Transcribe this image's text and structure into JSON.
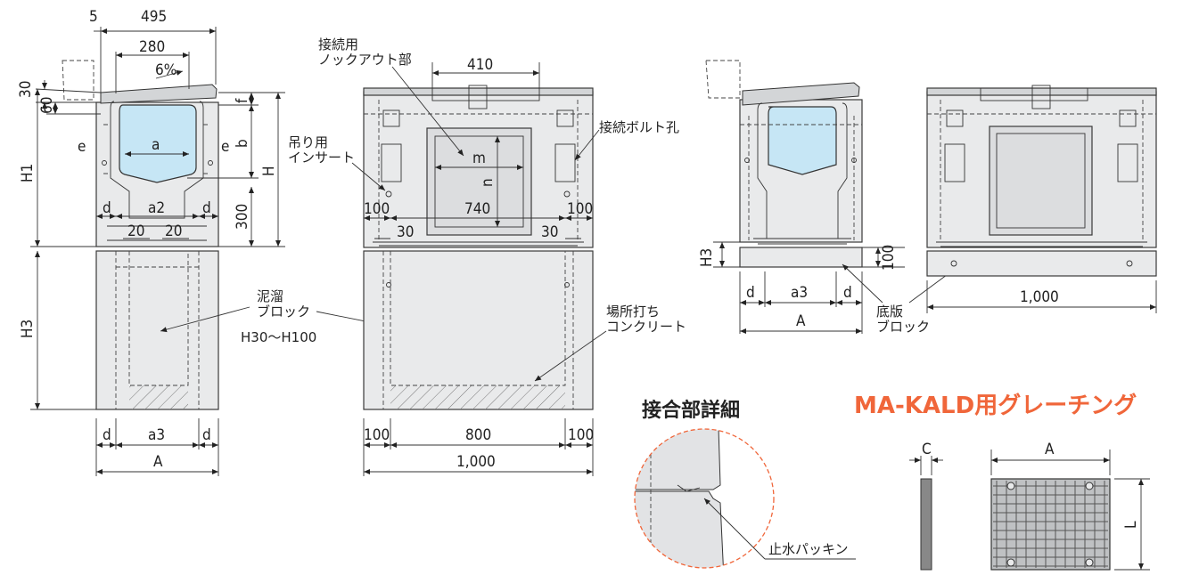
{
  "colors": {
    "concrete": "#e9eaeb",
    "concrete_dark": "#d3d5d7",
    "water": "#c6e6f5",
    "title_accent": "#f0663a",
    "detail_circle": "#f0663a"
  },
  "section_view": {
    "dims": {
      "top5": "5",
      "w495": "495",
      "w280": "280",
      "slope": "6%",
      "h30": "30",
      "h60": "60",
      "f": "f",
      "a": "a",
      "b": "b",
      "e": "e",
      "H": "H",
      "H1": "H1",
      "H3": "H3",
      "d": "d",
      "a2": "a2",
      "h300": "300",
      "w20": "20",
      "a3": "a3",
      "A": "A"
    },
    "labels": {
      "sludge_block": "泥溜\nブロック",
      "sludge_range": "H30〜H100"
    }
  },
  "front_view": {
    "dims": {
      "w410": "410",
      "m": "m",
      "n": "n",
      "w740": "740",
      "w100": "100",
      "w30": "30",
      "w800": "800",
      "w1000": "1,000"
    },
    "labels": {
      "knockout": "接続用\nノックアウト部",
      "bolt_hole": "接続ボルト孔",
      "lift_insert": "吊り用\nインサート",
      "cast_concrete": "場所打ち\nコンクリート"
    }
  },
  "base_section_view": {
    "dims": {
      "H3": "H3",
      "h100": "100",
      "d": "d",
      "a3": "a3",
      "A": "A"
    }
  },
  "base_front_view": {
    "dims": {
      "w1000": "1,000"
    },
    "labels": {
      "base_block": "底版\nブロック"
    }
  },
  "joint_detail": {
    "title": "接合部詳細",
    "label": "止水パッキン"
  },
  "grating": {
    "title": "MA-KALD用グレーチング",
    "dims": {
      "C": "C",
      "A": "A",
      "L": "L"
    }
  }
}
